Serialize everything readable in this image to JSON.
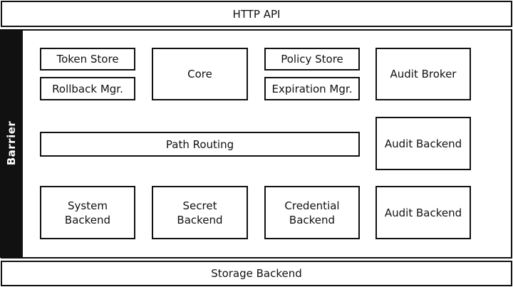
{
  "http_api": "HTTP API",
  "barrier": "Barrier",
  "storage_backend": "Storage Backend",
  "components": {
    "token_store": "Token Store",
    "rollback_mgr": "Rollback Mgr.",
    "core": "Core",
    "policy_store": "Policy Store",
    "expiration_mgr": "Expiration Mgr.",
    "audit_broker": "Audit Broker",
    "path_routing": "Path Routing",
    "audit_backend_1": "Audit Backend",
    "audit_backend_2": "Audit Backend",
    "system_backend": "System\nBackend",
    "secret_backend": "Secret\nBackend",
    "credential_backend": "Credential\nBackend"
  }
}
